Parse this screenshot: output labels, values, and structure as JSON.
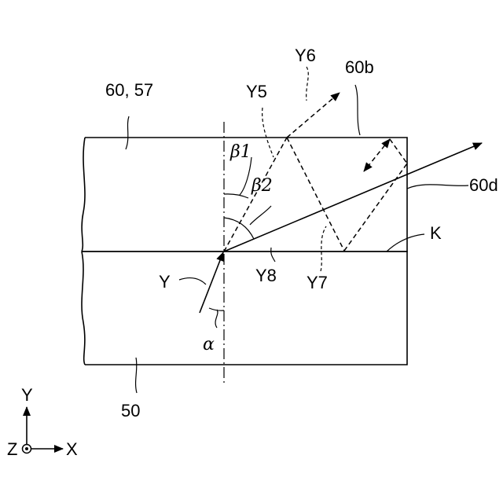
{
  "labels": {
    "layer_top": "60, 57",
    "layer_bottom": "50",
    "surface_top": "60b",
    "surface_side": "60d",
    "interface": "K",
    "ray_incident": "Y",
    "ray_y5": "Y5",
    "ray_y6": "Y6",
    "ray_y7": "Y7",
    "ray_y8": "Y8",
    "angle_alpha": "α",
    "angle_beta1": "β1",
    "angle_beta2": "β2"
  },
  "axes": {
    "y": "Y",
    "x": "X",
    "z": "Z"
  }
}
